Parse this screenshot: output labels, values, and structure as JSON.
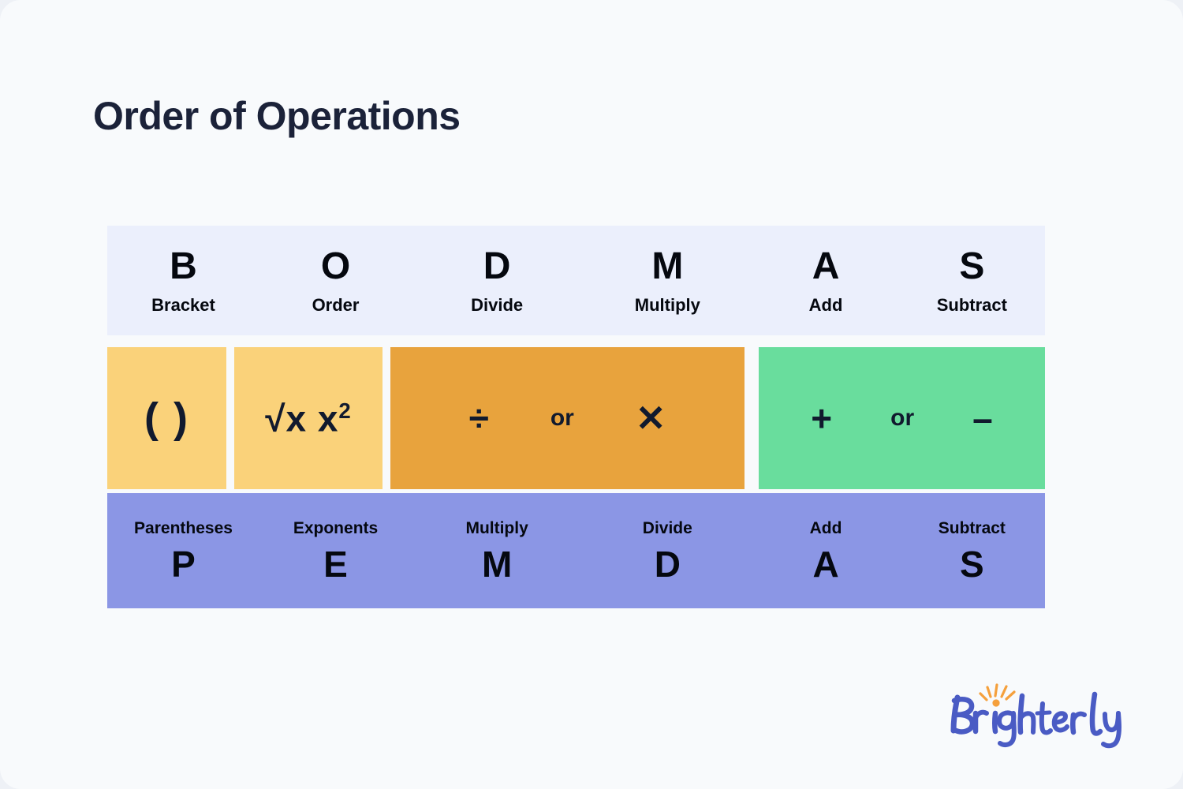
{
  "page": {
    "title": "Order of Operations",
    "background_color": "#f8fafc",
    "title_color": "#1b2239"
  },
  "chart_data": {
    "type": "table",
    "title": "Order of Operations",
    "columns": 6,
    "rows": [
      {
        "name": "bodmas",
        "band_color": "#ebeffc",
        "letters": [
          "B",
          "O",
          "D",
          "M",
          "A",
          "S"
        ],
        "words": [
          "Bracket",
          "Order",
          "Divide",
          "Multiply",
          "Add",
          "Subtract"
        ]
      },
      {
        "name": "symbols",
        "blocks": [
          {
            "label": "( )",
            "color": "#fad27a",
            "span": 1
          },
          {
            "label": "√x x²",
            "color": "#fad27a",
            "span": 1
          },
          {
            "label": "÷ or ✕",
            "color": "#e8a33d",
            "span": 2
          },
          {
            "label": "+ or –",
            "color": "#69dd9d",
            "span": 2
          }
        ]
      },
      {
        "name": "pemdas",
        "band_color": "#8b96e5",
        "words": [
          "Parentheses",
          "Exponents",
          "Multiply",
          "Divide",
          "Add",
          "Subtract"
        ],
        "letters": [
          "P",
          "E",
          "M",
          "D",
          "A",
          "S"
        ]
      }
    ]
  },
  "bodmas": {
    "letters": [
      "B",
      "O",
      "D",
      "M",
      "A",
      "S"
    ],
    "words": [
      "Bracket",
      "Order",
      "Divide",
      "Multiply",
      "Add",
      "Subtract"
    ]
  },
  "symbols": {
    "parentheses": "( )",
    "exponent_root": "√x",
    "exponent_base": "x",
    "exponent_power": "2",
    "divide": "÷",
    "multiply": "✕",
    "plus": "+",
    "minus": "–",
    "or_label_muldiv": "or",
    "or_label_addsub": "or"
  },
  "pemdas": {
    "words": [
      "Parentheses",
      "Exponents",
      "Multiply",
      "Divide",
      "Add",
      "Subtract"
    ],
    "letters": [
      "P",
      "E",
      "M",
      "D",
      "A",
      "S"
    ]
  },
  "logo": {
    "name": "Brighterly",
    "wordmark_color": "#4a5bc4",
    "sunburst_color": "#f5a03c"
  },
  "colors": {
    "band_light_blue": "#ebeffc",
    "band_periwinkle": "#8b96e5",
    "block_yellow": "#fad27a",
    "block_orange": "#e8a33d",
    "block_green": "#69dd9d",
    "text_dark": "#05080f",
    "symbol_dark": "#111a2e"
  }
}
